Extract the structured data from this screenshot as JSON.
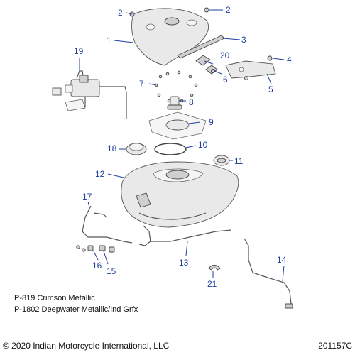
{
  "callouts": {
    "c1": "1",
    "c2a": "2",
    "c2b": "2",
    "c3": "3",
    "c4": "4",
    "c5": "5",
    "c6": "6",
    "c7": "7",
    "c8": "8",
    "c9": "9",
    "c10": "10",
    "c11": "11",
    "c12": "12",
    "c13": "13",
    "c14": "14",
    "c15": "15",
    "c16": "16",
    "c17": "17",
    "c18": "18",
    "c19": "19",
    "c20": "20",
    "c21": "21"
  },
  "paint_notes": [
    "P-819 Crimson Metallic",
    "P-1802 Deepwater Metallic/Ind Grfx"
  ],
  "footer": {
    "copyright": "© 2020 Indian Motorcycle International, LLC",
    "diagram_id": "201157C"
  },
  "colors": {
    "callout": "#1f3f9c"
  }
}
